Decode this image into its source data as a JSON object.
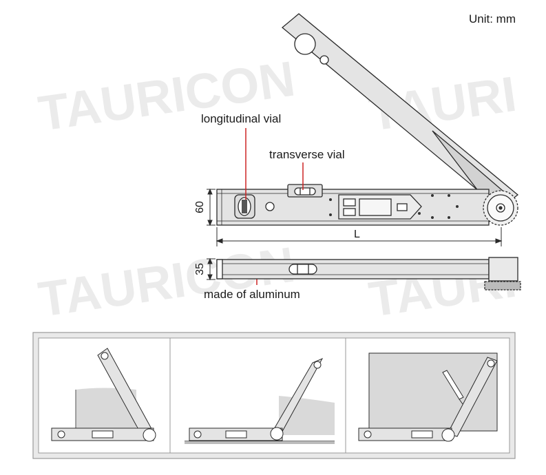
{
  "unit_label": "Unit: mm",
  "labels": {
    "longitudinal_vial": "longitudinal vial",
    "transverse_vial": "transverse vial",
    "material": "made of aluminum"
  },
  "dimensions": {
    "height_front": "60",
    "length": "L",
    "height_top": "35"
  },
  "watermark": "TAURICON",
  "colors": {
    "stroke": "#2a2a2a",
    "body_fill": "#e4e4e4",
    "panel_border": "#999999",
    "panel_bg": "#e9e9e9",
    "surface_fill": "#d9d9d9",
    "accent_red": "#cc2222"
  },
  "panels": [
    {
      "name": "angle-on-block"
    },
    {
      "name": "angle-on-floor"
    },
    {
      "name": "angle-on-wall"
    }
  ]
}
